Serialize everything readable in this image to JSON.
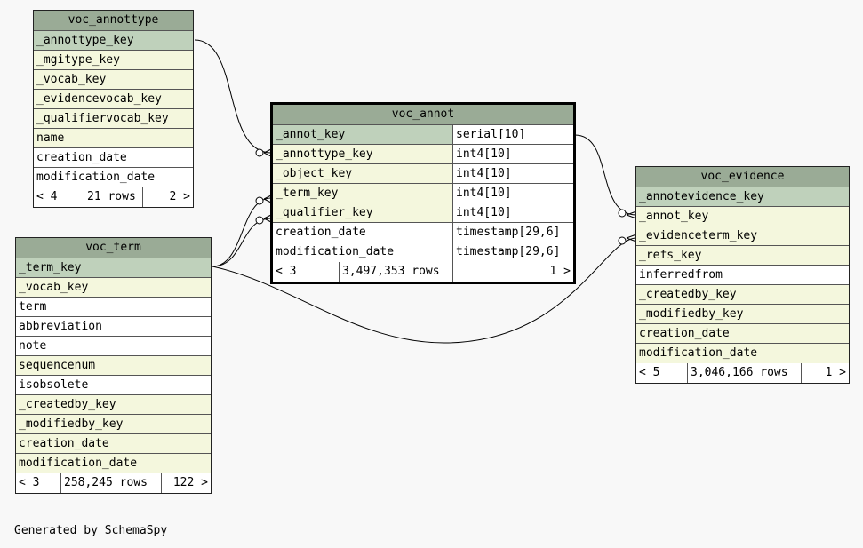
{
  "tables": {
    "voc_annottype": {
      "name": "voc_annottype",
      "columns": [
        {
          "name": "_annottype_key",
          "kind": "pk"
        },
        {
          "name": "_mgitype_key",
          "kind": "fk"
        },
        {
          "name": "_vocab_key",
          "kind": "fk"
        },
        {
          "name": "_evidencevocab_key",
          "kind": "fk"
        },
        {
          "name": "_qualifiervocab_key",
          "kind": "fk"
        },
        {
          "name": "name",
          "kind": "fk"
        },
        {
          "name": "creation_date",
          "kind": "plain"
        },
        {
          "name": "modification_date",
          "kind": "plain"
        }
      ],
      "footer": {
        "parents": "< 4",
        "rows": "21 rows",
        "children": "2 >"
      }
    },
    "voc_term": {
      "name": "voc_term",
      "columns": [
        {
          "name": "_term_key",
          "kind": "pk"
        },
        {
          "name": "_vocab_key",
          "kind": "fk"
        },
        {
          "name": "term",
          "kind": "plain"
        },
        {
          "name": "abbreviation",
          "kind": "plain"
        },
        {
          "name": "note",
          "kind": "plain"
        },
        {
          "name": "sequencenum",
          "kind": "fk"
        },
        {
          "name": "isobsolete",
          "kind": "plain"
        },
        {
          "name": "_createdby_key",
          "kind": "fk"
        },
        {
          "name": "_modifiedby_key",
          "kind": "fk"
        },
        {
          "name": "creation_date",
          "kind": "fk"
        },
        {
          "name": "modification_date",
          "kind": "fk"
        }
      ],
      "footer": {
        "parents": "< 3",
        "rows": "258,245 rows",
        "children": "122 >"
      }
    },
    "voc_annot": {
      "name": "voc_annot",
      "columns": [
        {
          "name": "_annot_key",
          "type": "serial[10]",
          "kind": "pk"
        },
        {
          "name": "_annottype_key",
          "type": "int4[10]",
          "kind": "fk"
        },
        {
          "name": "_object_key",
          "type": "int4[10]",
          "kind": "fk"
        },
        {
          "name": "_term_key",
          "type": "int4[10]",
          "kind": "fk"
        },
        {
          "name": "_qualifier_key",
          "type": "int4[10]",
          "kind": "fk"
        },
        {
          "name": "creation_date",
          "type": "timestamp[29,6]",
          "kind": "plain"
        },
        {
          "name": "modification_date",
          "type": "timestamp[29,6]",
          "kind": "plain"
        }
      ],
      "footer": {
        "parents": "< 3",
        "rows": "3,497,353 rows",
        "children": "1 >"
      }
    },
    "voc_evidence": {
      "name": "voc_evidence",
      "columns": [
        {
          "name": "_annotevidence_key",
          "kind": "pk"
        },
        {
          "name": "_annot_key",
          "kind": "fk"
        },
        {
          "name": "_evidenceterm_key",
          "kind": "fk"
        },
        {
          "name": "_refs_key",
          "kind": "fk"
        },
        {
          "name": "inferredfrom",
          "kind": "plain"
        },
        {
          "name": "_createdby_key",
          "kind": "fk"
        },
        {
          "name": "_modifiedby_key",
          "kind": "fk"
        },
        {
          "name": "creation_date",
          "kind": "fk"
        },
        {
          "name": "modification_date",
          "kind": "fk"
        }
      ],
      "footer": {
        "parents": "< 5",
        "rows": "3,046,166 rows",
        "children": "1 >"
      }
    }
  },
  "colors": {
    "title": "#9aab96",
    "primary_key": "#bfd1bb",
    "foreign_key": "#f4f7dd",
    "plain": "#ffffff",
    "background": "#f8f8f8"
  },
  "footer_note": "Generated by SchemaSpy"
}
